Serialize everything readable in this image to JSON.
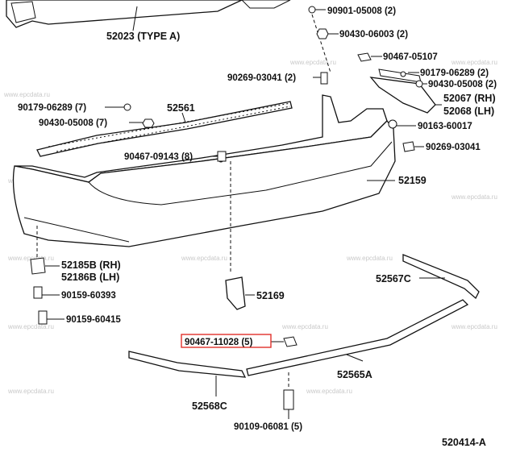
{
  "labels": {
    "p_90901": "90901-05008 (2)",
    "p_52023": "52023 (TYPE  A)",
    "p_90430a": "90430-06003 (2)",
    "p_90467a": "90467-05107",
    "p_90179a": "90179-06289 (2)",
    "p_90269a": "90269-03041 (2)",
    "p_90430b": "90430-05008 (2)",
    "p_52067": "52067 (RH)",
    "p_52068": "52068 (LH)",
    "p_90179b": "90179-06289 (7)",
    "p_52561": "52561",
    "p_90430c": "90430-05008 (7)",
    "p_90163": "90163-60017",
    "p_90269b": "90269-03041",
    "p_90467b": "90467-09143 (8)",
    "p_52159": "52159",
    "p_52185": "52185B (RH)",
    "p_52186": "52186B (LH)",
    "p_52567": "52567C",
    "p_90159a": "90159-60393",
    "p_52169": "52169",
    "p_90159b": "90159-60415",
    "p_90467c": "90467-11028 (5)",
    "p_52565": "52565A",
    "p_52568": "52568C",
    "p_90109": "90109-06081 (5)",
    "p_ref": "520414-A"
  },
  "highlighted_part": "90467-11028 (5)",
  "highlight_color": "#e0302a",
  "watermark": "www.epcdata.ru"
}
